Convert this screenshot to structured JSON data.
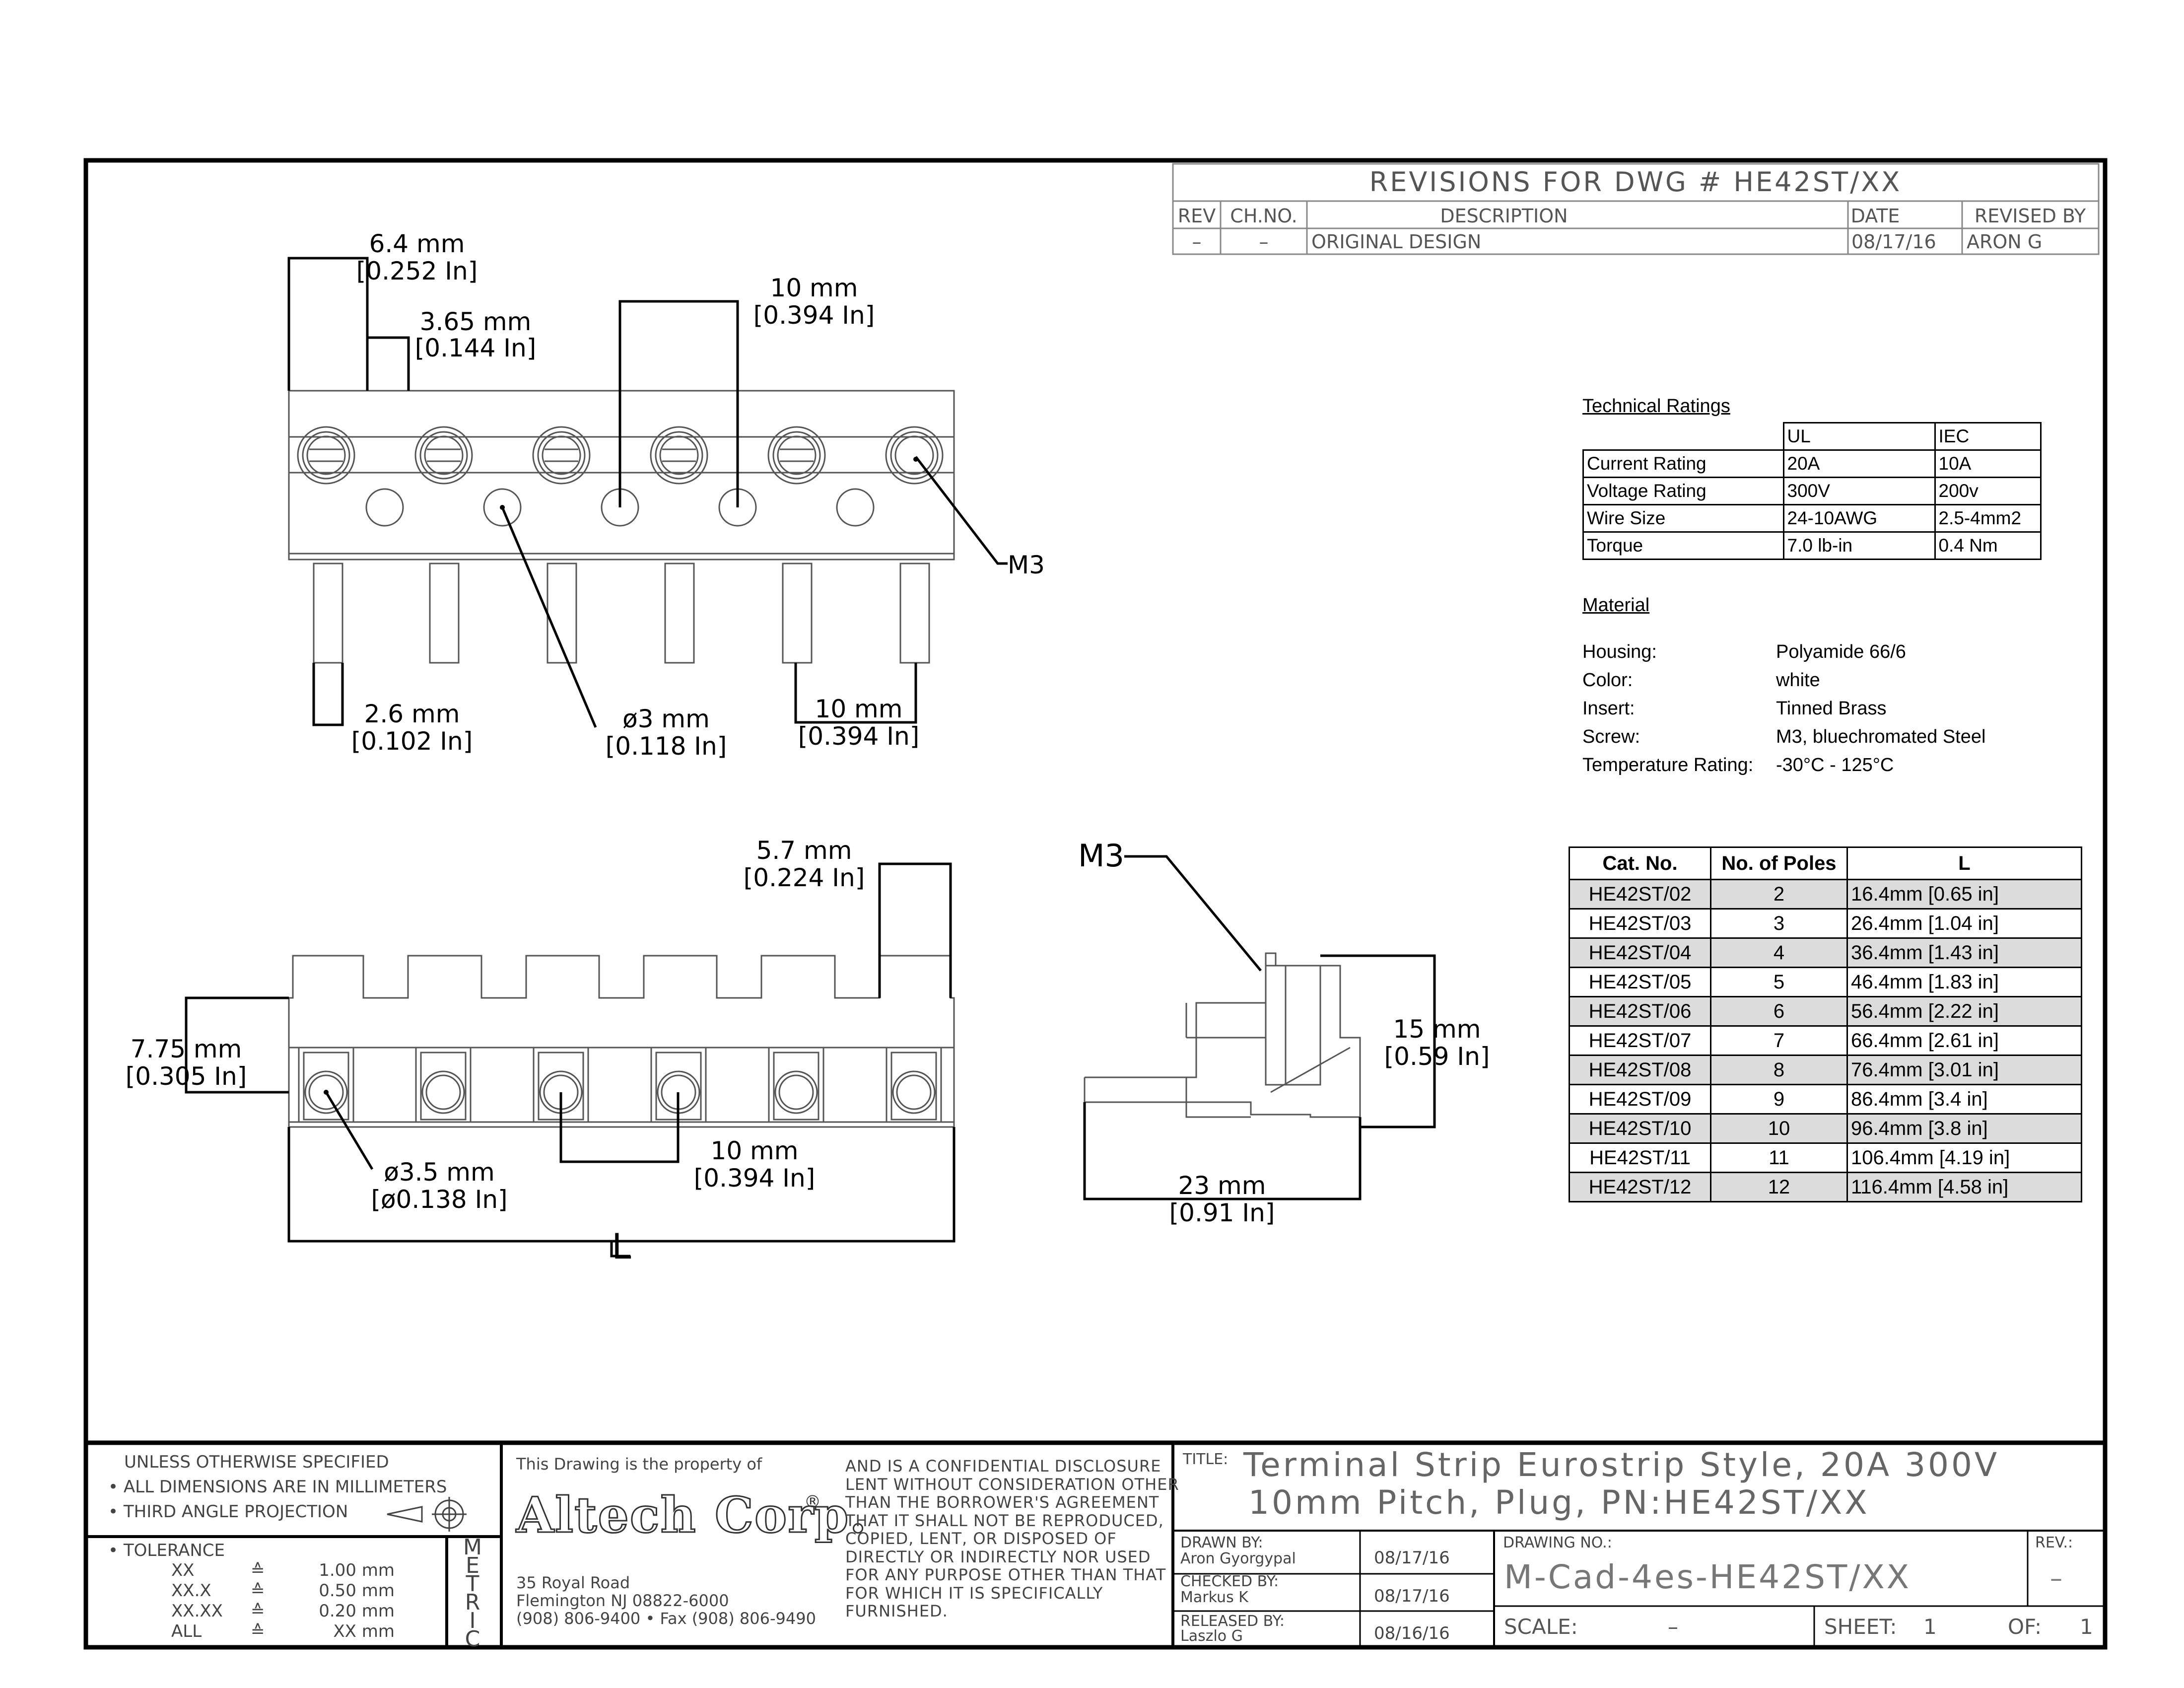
{
  "revisions": {
    "title": "REVISIONS FOR DWG # HE42ST/XX",
    "headers": [
      "REV",
      "CH.NO.",
      "DESCRIPTION",
      "DATE",
      "REVISED BY"
    ],
    "row": [
      "–",
      "–",
      "ORIGINAL DESIGN",
      "08/17/16",
      "ARON G"
    ]
  },
  "dims_top": {
    "d1": "6.4 mm",
    "d1_in": "[0.252 In]",
    "d2": "3.65 mm",
    "d2_in": "[0.144 In]",
    "d3": "10 mm",
    "d3_in": "[0.394 In]",
    "m3": "M3",
    "d4": "2.6 mm",
    "d4_in": "[0.102 In]",
    "d5": "ø3 mm",
    "d5_in": "[0.118 In]",
    "d6": "10 mm",
    "d6_in": "[0.394 In]"
  },
  "dims_front": {
    "d1": "5.7 mm",
    "d1_in": "[0.224 In]",
    "d2": "7.75 mm",
    "d2_in": "[0.305 In]",
    "d3": "ø3.5 mm",
    "d3_in": "[ø0.138 In]",
    "d4": "10 mm",
    "d4_in": "[0.394 In]",
    "L": "L"
  },
  "dims_side": {
    "m3": "M3",
    "d1": "15 mm",
    "d1_in": "[0.59 In]",
    "d2": "23 mm",
    "d2_in": "[0.91 In]"
  },
  "technical": {
    "heading": "Technical Ratings",
    "cols": [
      "",
      "UL",
      "IEC"
    ],
    "rows": [
      [
        "Current Rating",
        "20A",
        "10A"
      ],
      [
        "Voltage Rating",
        "300V",
        "200v"
      ],
      [
        "Wire Size",
        "24-10AWG",
        "2.5-4mm2"
      ],
      [
        "Torque",
        "7.0 lb-in",
        "0.4 Nm"
      ]
    ]
  },
  "material": {
    "heading": "Material",
    "rows": [
      [
        "Housing:",
        "Polyamide 66/6"
      ],
      [
        "Color:",
        "white"
      ],
      [
        "Insert:",
        "Tinned Brass"
      ],
      [
        "Screw:",
        "M3, bluechromated Steel"
      ],
      [
        "Temperature Rating:",
        "-30°C - 125°C"
      ]
    ]
  },
  "catalog": {
    "headers": [
      "Cat. No.",
      "No. of Poles",
      "L"
    ],
    "rows": [
      [
        "HE42ST/02",
        "2",
        "16.4mm [0.65 in]"
      ],
      [
        "HE42ST/03",
        "3",
        "26.4mm [1.04 in]"
      ],
      [
        "HE42ST/04",
        "4",
        "36.4mm [1.43 in]"
      ],
      [
        "HE42ST/05",
        "5",
        "46.4mm [1.83 in]"
      ],
      [
        "HE42ST/06",
        "6",
        "56.4mm [2.22 in]"
      ],
      [
        "HE42ST/07",
        "7",
        "66.4mm [2.61 in]"
      ],
      [
        "HE42ST/08",
        "8",
        "76.4mm [3.01 in]"
      ],
      [
        "HE42ST/09",
        "9",
        "86.4mm [3.4 in]"
      ],
      [
        "HE42ST/10",
        "10",
        "96.4mm [3.8 in]"
      ],
      [
        "HE42ST/11",
        "11",
        "106.4mm [4.19 in]"
      ],
      [
        "HE42ST/12",
        "12",
        "116.4mm [4.58 in]"
      ]
    ]
  },
  "titleblock": {
    "unless": "UNLESS OTHERWISE SPECIFIED",
    "all_dims": "ALL DIMENSIONS ARE IN MILLIMETERS",
    "third_angle": "THIRD ANGLE PROJECTION",
    "tolerance": "TOLERANCE",
    "tol_rows": [
      [
        "XX",
        "≙",
        "1.00 mm"
      ],
      [
        "XX.X",
        "≙",
        "0.50 mm"
      ],
      [
        "XX.XX",
        "≙",
        "0.20 mm"
      ],
      [
        "ALL",
        "≙",
        "XX mm"
      ]
    ],
    "metric": [
      "M",
      "E",
      "T",
      "R",
      "I",
      "C"
    ],
    "property": "This Drawing is the property of",
    "company": "Altech Corp.",
    "address1": "35 Royal Road",
    "address2": "Flemington NJ 08822-6000",
    "address3": "(908) 806-9400 • Fax (908) 806-9490",
    "confidential": [
      "AND IS A CONFIDENTIAL DISCLOSURE",
      "LENT WITHOUT CONSIDERATION OTHER",
      "THAN THE BORROWER'S AGREEMENT",
      "THAT IT SHALL NOT BE REPRODUCED,",
      "COPIED, LENT, OR DISPOSED OF",
      "DIRECTLY OR INDIRECTLY NOR USED",
      "FOR ANY PURPOSE OTHER THAN THAT",
      "FOR WHICH IT IS SPECIFICALLY",
      "FURNISHED."
    ],
    "title_label": "TITLE:",
    "title1": "Terminal Strip Eurostrip Style, 20A 300V",
    "title2": "10mm Pitch, Plug, PN:HE42ST/XX",
    "drawn_label": "DRAWN BY:",
    "drawn_by": "Aron Gyorgypal",
    "drawn_date": "08/17/16",
    "checked_label": "CHECKED BY:",
    "checked_by": "Markus K",
    "checked_date": "08/17/16",
    "released_label": "RELEASED BY:",
    "released_by": "Laszlo G",
    "released_date": "08/16/16",
    "drawing_no_label": "DRAWING NO.:",
    "drawing_no": "M-Cad-4es-HE42ST/XX",
    "rev_label": "REV.:",
    "rev": "–",
    "scale_label": "SCALE:",
    "scale": "–",
    "sheet_label": "SHEET:",
    "sheet": "1",
    "of_label": "OF:",
    "of": "1"
  }
}
